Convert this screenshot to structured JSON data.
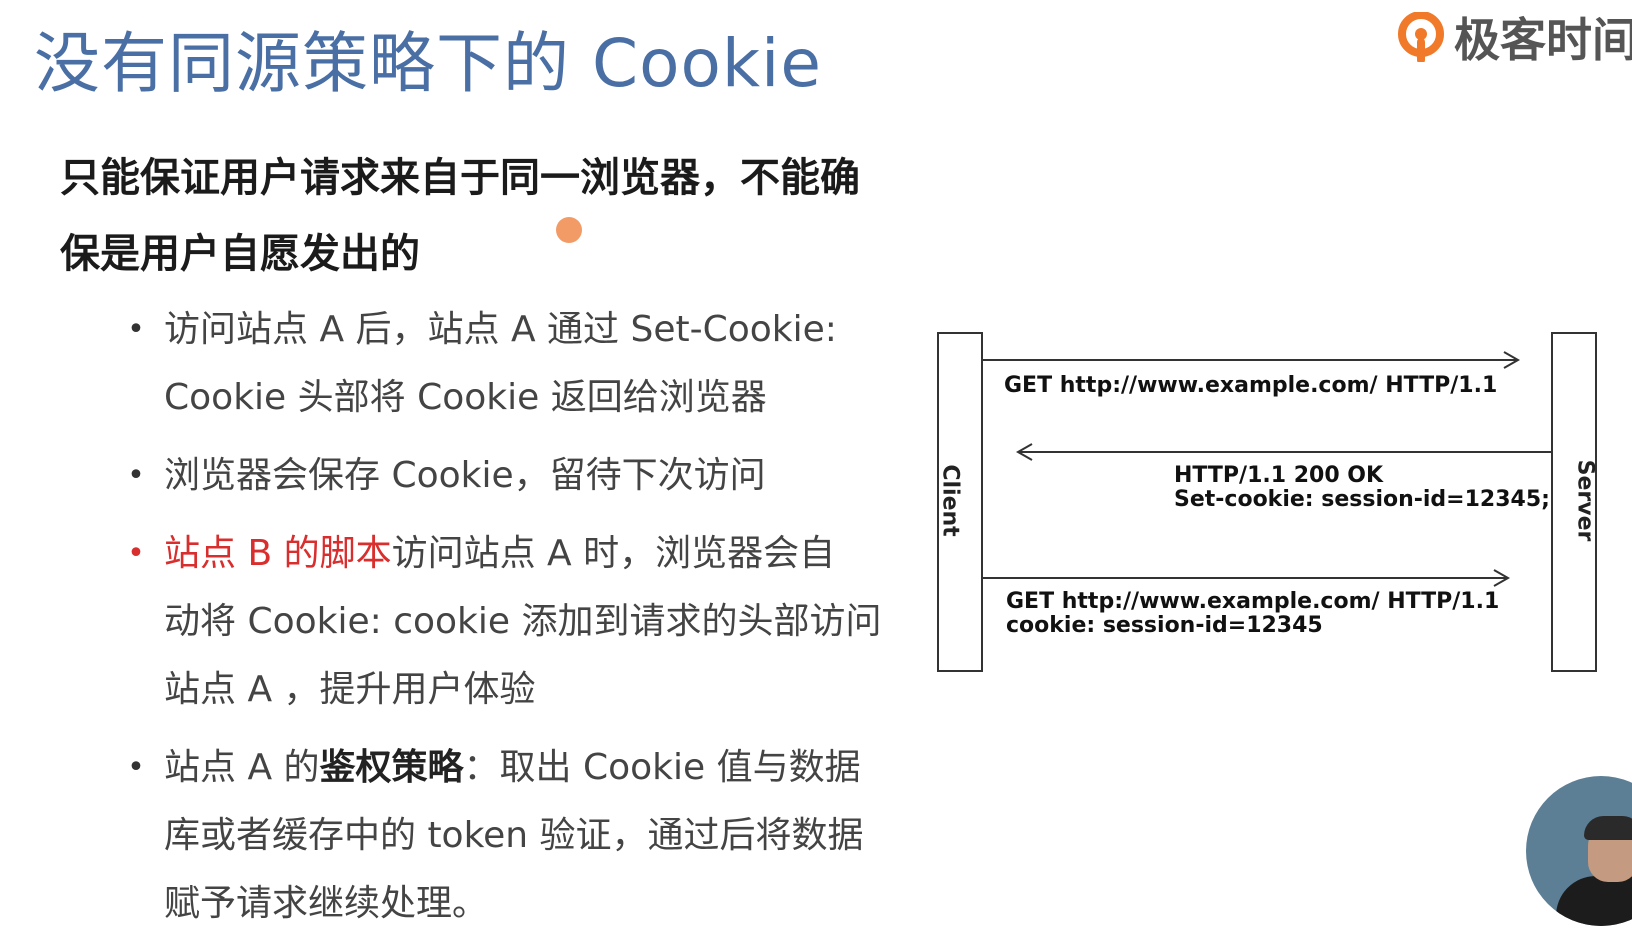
{
  "slide": {
    "title": "没有同源策略下的 Cookie",
    "logo_text": "极客时间",
    "intro": [
      "只能保证用户请求来自于同一浏览器，不能确",
      "保是用户自愿发出的"
    ],
    "bullets": [
      {
        "lines": [
          "访问站点 A 后，站点 A 通过 Set-Cookie:",
          "Cookie 头部将 Cookie 返回给浏览器"
        ]
      },
      {
        "lines": [
          "浏览器会保存 Cookie，留待下次访问"
        ]
      },
      {
        "emph": "站点 B 的脚本",
        "lines": [
          "访问站点 A 时，浏览器会自",
          "动将 Cookie: cookie 添加到请求的头部访问",
          "站点 A ，提升用户体验"
        ]
      },
      {
        "prefix": "站点 A 的",
        "strong": "鉴权策略",
        "lines": [
          "：取出 Cookie 值与数据",
          "库或者缓存中的 token 验证，通过后将数据",
          "赋予请求继续处理。"
        ]
      }
    ]
  },
  "diagram": {
    "client_label": "Client",
    "server_label": "Server",
    "messages": [
      {
        "lines": [
          "GET http://www.example.com/ HTTP/1.1"
        ],
        "direction": "to-server"
      },
      {
        "lines": [
          "HTTP/1.1 200 OK",
          "Set-cookie: session-id=12345;"
        ],
        "direction": "to-client"
      },
      {
        "lines": [
          "GET http://www.example.com/ HTTP/1.1",
          "cookie:  session-id=12345"
        ],
        "direction": "to-server"
      }
    ]
  },
  "colors": {
    "title": "#4a6fa5",
    "accent_red": "#d92e2e",
    "logo_orange": "#f07a2a",
    "text_dark": "#1b1b1b",
    "text_body": "#444444"
  },
  "icons": {
    "logo": "geektime-logo-icon",
    "bullet": "bullet-dot-icon",
    "cursor": "cursor-dot-icon"
  }
}
